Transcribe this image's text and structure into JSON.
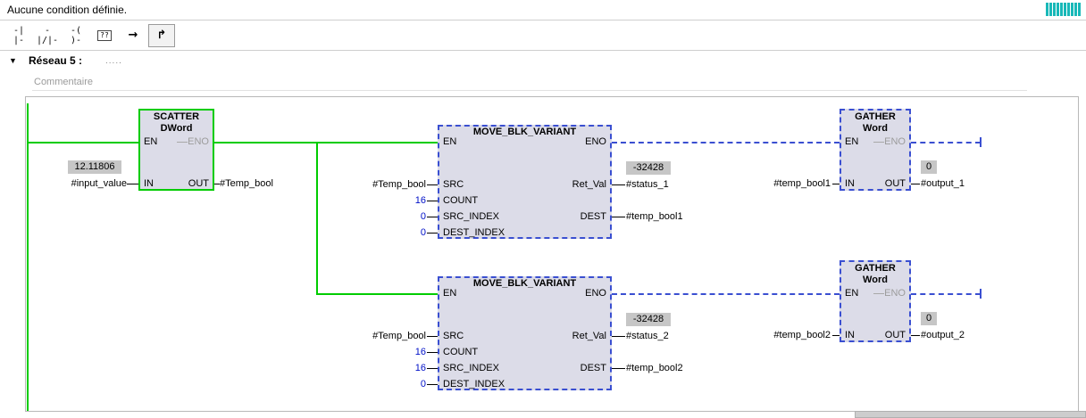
{
  "status_bar": {
    "text": "Aucune condition définie."
  },
  "toolbar": {
    "buttons": [
      {
        "name": "contact-open",
        "glyph": "-| |-"
      },
      {
        "name": "contact-closed",
        "glyph": "-|/|-"
      },
      {
        "name": "coil",
        "glyph": "-( )-"
      },
      {
        "name": "empty-box",
        "glyph": "??"
      },
      {
        "name": "open-branch",
        "glyph": "→"
      },
      {
        "name": "close-branch",
        "glyph": "↱"
      }
    ]
  },
  "network": {
    "collapse_glyph": "▼",
    "title": "Réseau 5 :",
    "dots": ".....",
    "comment_placeholder": "Commentaire"
  },
  "blocks": {
    "scatter": {
      "title": "SCATTER",
      "subtitle": "DWord",
      "pins": {
        "en": "EN",
        "eno": "ENO",
        "in": "IN",
        "out": "OUT"
      },
      "in_monitor": "12.11806",
      "in_operand": "#input_value",
      "out_operand": "#Temp_bool"
    },
    "move1": {
      "title": "MOVE_BLK_VARIANT",
      "pins": {
        "en": "EN",
        "eno": "ENO",
        "src": "SRC",
        "count": "COUNT",
        "src_index": "SRC_INDEX",
        "dest_index": "DEST_INDEX",
        "ret_val": "Ret_Val",
        "dest": "DEST"
      },
      "src_operand": "#Temp_bool",
      "count_value": "16",
      "src_index_value": "0",
      "dest_index_value": "0",
      "ret_val_monitor": "-32428",
      "ret_val_operand": "#status_1",
      "dest_operand": "#temp_bool1"
    },
    "move2": {
      "title": "MOVE_BLK_VARIANT",
      "pins": {
        "en": "EN",
        "eno": "ENO",
        "src": "SRC",
        "count": "COUNT",
        "src_index": "SRC_INDEX",
        "dest_index": "DEST_INDEX",
        "ret_val": "Ret_Val",
        "dest": "DEST"
      },
      "src_operand": "#Temp_bool",
      "count_value": "16",
      "src_index_value": "16",
      "dest_index_value": "0",
      "ret_val_monitor": "-32428",
      "ret_val_operand": "#status_2",
      "dest_operand": "#temp_bool2"
    },
    "gather1": {
      "title": "GATHER",
      "subtitle": "Word",
      "pins": {
        "en": "EN",
        "eno": "ENO",
        "in": "IN",
        "out": "OUT"
      },
      "in_operand": "#temp_bool1",
      "out_monitor": "0",
      "out_operand": "#output_1"
    },
    "gather2": {
      "title": "GATHER",
      "subtitle": "Word",
      "pins": {
        "en": "EN",
        "eno": "ENO",
        "in": "IN",
        "out": "OUT"
      },
      "in_operand": "#temp_bool2",
      "out_monitor": "0",
      "out_operand": "#output_2"
    }
  },
  "colors": {
    "power_green": "#00cc00",
    "selection_blue": "#3a4fd1",
    "block_fill": "#dcdce8",
    "monitor_badge_grey": "#c6c6c6",
    "indicator_teal": "#18b8b8",
    "constant_blue": "#0010c8"
  }
}
